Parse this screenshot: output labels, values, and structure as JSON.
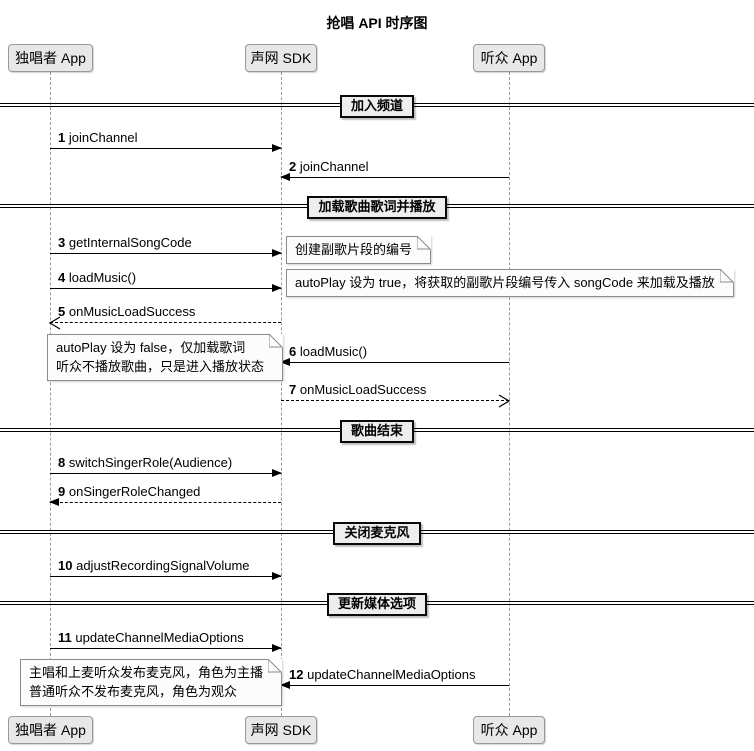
{
  "title": "抢唱 API 时序图",
  "participants": [
    {
      "name": "独唱者 App"
    },
    {
      "name": "声网 SDK"
    },
    {
      "name": "听众 App"
    }
  ],
  "dividers": [
    {
      "label": "加入频道"
    },
    {
      "label": "加载歌曲歌词并播放"
    },
    {
      "label": "歌曲结束"
    },
    {
      "label": "关闭麦克风"
    },
    {
      "label": "更新媒体选项"
    }
  ],
  "messages": [
    {
      "seq": "1",
      "label": "joinChannel"
    },
    {
      "seq": "2",
      "label": "joinChannel"
    },
    {
      "seq": "3",
      "label": "getInternalSongCode"
    },
    {
      "seq": "4",
      "label": "loadMusic()"
    },
    {
      "seq": "5",
      "label": "onMusicLoadSuccess"
    },
    {
      "seq": "6",
      "label": "loadMusic()"
    },
    {
      "seq": "7",
      "label": "onMusicLoadSuccess"
    },
    {
      "seq": "8",
      "label": "switchSingerRole(Audience)"
    },
    {
      "seq": "9",
      "label": "onSingerRoleChanged"
    },
    {
      "seq": "10",
      "label": "adjustRecordingSignalVolume"
    },
    {
      "seq": "11",
      "label": "updateChannelMediaOptions"
    },
    {
      "seq": "12",
      "label": "updateChannelMediaOptions"
    }
  ],
  "notes": [
    {
      "line1": "创建副歌片段的编号",
      "line2": ""
    },
    {
      "line1": "autoPlay 设为 true，将获取的副歌片段编号传入 songCode 来加载及播放",
      "line2": ""
    },
    {
      "line1": "autoPlay 设为 false，仅加载歌词",
      "line2": "听众不播放歌曲，只是进入播放状态"
    },
    {
      "line1": "主唱和上麦听众发布麦克风，角色为主播",
      "line2": "普通听众不发布麦克风，角色为观众"
    }
  ],
  "colors": {
    "participant_fill": "#e8e8e8",
    "participant_border": "#9a9a9a",
    "divider_fill": "#eeeeee",
    "divider_border": "#0a0a0a",
    "note_fill": "#fcfcfc",
    "note_border": "#8c8c8c",
    "arrow": "#000000",
    "lifeline": "#9a9a9a",
    "background": "#ffffff"
  }
}
